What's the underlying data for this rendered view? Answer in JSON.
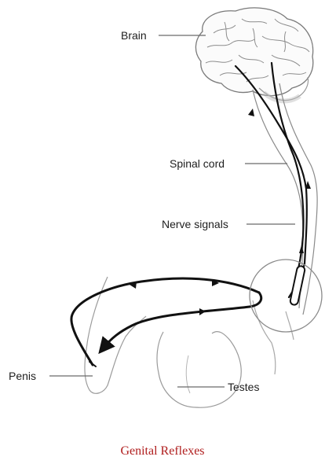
{
  "diagram": {
    "labels": {
      "brain": "Brain",
      "spinal_cord": "Spinal cord",
      "nerve_signals": "Nerve signals",
      "penis": "Penis",
      "testes": "Testes"
    },
    "caption": "Genital Reflexes",
    "colors": {
      "caption": "#b01e1e",
      "signal_path": "#111111",
      "anatomy_outline": "#9a9a9a",
      "brain_shading": "#c8c8c8"
    }
  }
}
